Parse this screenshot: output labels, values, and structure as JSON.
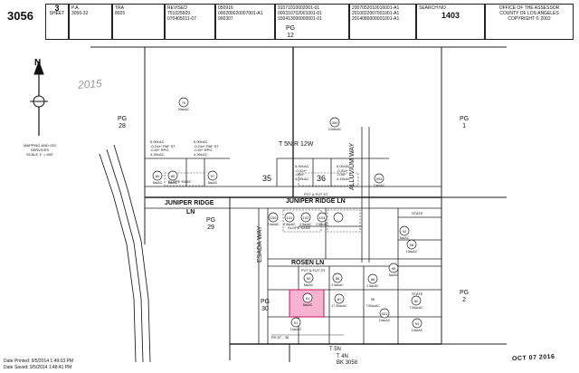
{
  "header": {
    "map_book": "3056",
    "sheet_number": "3",
    "sheet_label": "SHEET",
    "pa_label": "P.A.",
    "pa_value": "3056-32",
    "tra_label": "TRA",
    "tra_value": "8925",
    "revised_label": "REVISED",
    "revised_lines": [
      "751025609",
      "070405011-07"
    ],
    "col5_lines": [
      "050916",
      "000200020007001-A1",
      "900307"
    ],
    "col6_lines": [
      "91071010002001-01",
      "000310702001001-01",
      "930413000000001-01"
    ],
    "col7_lines": [
      "2007052010016001-A1",
      "2010022007001001-A1",
      "2014080000001001-A1"
    ],
    "search_label": "SEARCH NO",
    "search_value": "1403",
    "office_lines": [
      "OFFICE OF THE ASSESSOR",
      "COUNTY OF LOS ANGELES",
      "COPYRIGHT © 2002"
    ]
  },
  "map": {
    "handwritten_year": "2015",
    "north_symbol": "N",
    "service_lines": [
      "MAPPING AND GIS",
      "SERVICES",
      "SCALE 1\" = 600'"
    ],
    "pg12": [
      "PG",
      "12"
    ],
    "pg28": [
      "PG",
      "28"
    ],
    "pg1": [
      "PG",
      "1"
    ],
    "pg29": [
      "PG",
      "29"
    ],
    "pg2": [
      "PG",
      "2"
    ],
    "pg30": [
      "PG",
      "30"
    ],
    "township_top": "T 5N   R 12W",
    "township_bottom_5n": "T 5N",
    "township_bottom_4n": "T 4N",
    "section_35": "35",
    "section_36": "36",
    "alluvium_way": "ALLUVIUM WAY",
    "juniper_ridge_lane_right": "JUNIPER RIDGE LN",
    "juniper_ridge_left_1": "JUNIPER RIDGE",
    "juniper_ridge_left_2": "LN",
    "esada_way": "ESADA WAY",
    "rosen_ln": "ROSEN    LN",
    "pvt_fut_st": "PVT & FUT ST",
    "bk_label": "BK",
    "bk_value": "3058",
    "stamp_date": "OCT 07 2016",
    "rs_label": "RS 87 - 38",
    "state_1": "STATE",
    "state_2": "STATE",
    "parcels": [
      {
        "num": "70",
        "area": "20acAC"
      },
      {
        "num": "300",
        "area": "240acAC"
      },
      {
        "num": "80",
        "area": "5acAC"
      },
      {
        "num": "85",
        "area": "5acAC"
      },
      {
        "num": "97",
        "area": "5acAC"
      },
      {
        "num": "903",
        "area": "10acAC"
      },
      {
        "num": "92",
        "area": "5acAC"
      },
      {
        "num": "100",
        "area": "2.5acAC"
      },
      {
        "num": "101",
        "area": "2.5acAC"
      },
      {
        "num": "102",
        "area": "2.5acAC"
      },
      {
        "num": "103",
        "area": "2.5acAC"
      },
      {
        "num": "98",
        "area": "10acAC"
      },
      {
        "num": "99",
        "area": "5acAC"
      },
      {
        "num": "90",
        "area": "5acAC"
      },
      {
        "num": "86",
        "area": "2.5acAC"
      },
      {
        "num": "88",
        "area": "2.5acAC"
      },
      {
        "num": "81",
        "area": "5acAC"
      },
      {
        "num": "87",
        "area": "17.30acAC"
      },
      {
        "num": "901",
        "area": "10acAC"
      },
      {
        "num": "94",
        "area": "10acAC"
      },
      {
        "num": "91",
        "area": "10acAC"
      },
      {
        "num": "82",
        "area": "7.00acAC"
      },
      {
        "num": "95",
        "area": "7.00acAC"
      }
    ],
    "highlighted_parcel": "81",
    "area_notes": [
      [
        "5.00±AC",
        "-0.24±* PAF ST",
        "-0.5±* RPG",
        "4.26±AC"
      ],
      [
        "5.00±AC",
        "-0.24±* PAF ST",
        "-0.5±* RPG",
        "4.26±AC"
      ],
      [
        "5.00±AC",
        "-0.41±*",
        "-0.5±*",
        "4.09±AC"
      ],
      [
        "5.00±AC",
        "-0.31±*",
        "-0.5±*",
        "4.19±AC"
      ]
    ],
    "slope_easement": "SLOPE EASE"
  },
  "footer": {
    "printed": "Date Printed: 9/5/2014 1:49:03 PM",
    "saved": "Date Saved: 9/5/2014 1:48:41 PM"
  }
}
